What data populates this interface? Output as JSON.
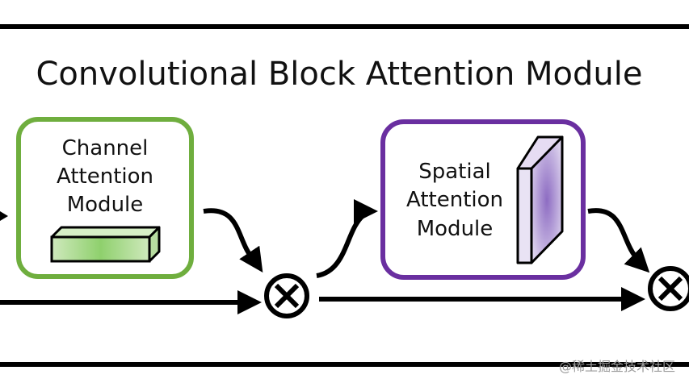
{
  "title": "Convolutional Block Attention Module",
  "channel_module": {
    "label_lines": [
      "Channel",
      "Attention",
      "Module"
    ],
    "border_color": "#6fae3e"
  },
  "spatial_module": {
    "label_lines": [
      "Spatial",
      "Attention",
      "Module"
    ],
    "border_color": "#6a2fa0"
  },
  "operator_symbol": "⊗",
  "watermark": "@稀土掘金技术社区"
}
